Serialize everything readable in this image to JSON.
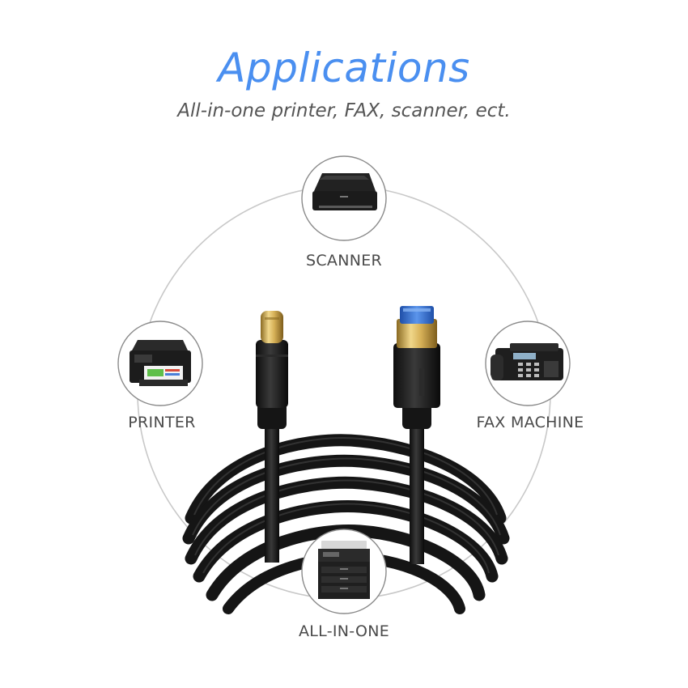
{
  "header": {
    "title": "Applications",
    "subtitle": "All-in-one printer, FAX, scanner, ect."
  },
  "devices": {
    "scanner": {
      "label": "SCANNER",
      "icon": "scanner-icon"
    },
    "printer": {
      "label": "PRINTER",
      "icon": "printer-icon"
    },
    "fax": {
      "label": "FAX MACHINE",
      "icon": "fax-machine-icon"
    },
    "allinone": {
      "label": "ALL-IN-ONE",
      "icon": "all-in-one-copier-icon"
    }
  },
  "colors": {
    "title": "#4a8ff0",
    "ring": "#c8c8c8",
    "cable": "#1a1a1a",
    "gold": "#c9a24a",
    "usb3_blue": "#2f6fd6"
  }
}
